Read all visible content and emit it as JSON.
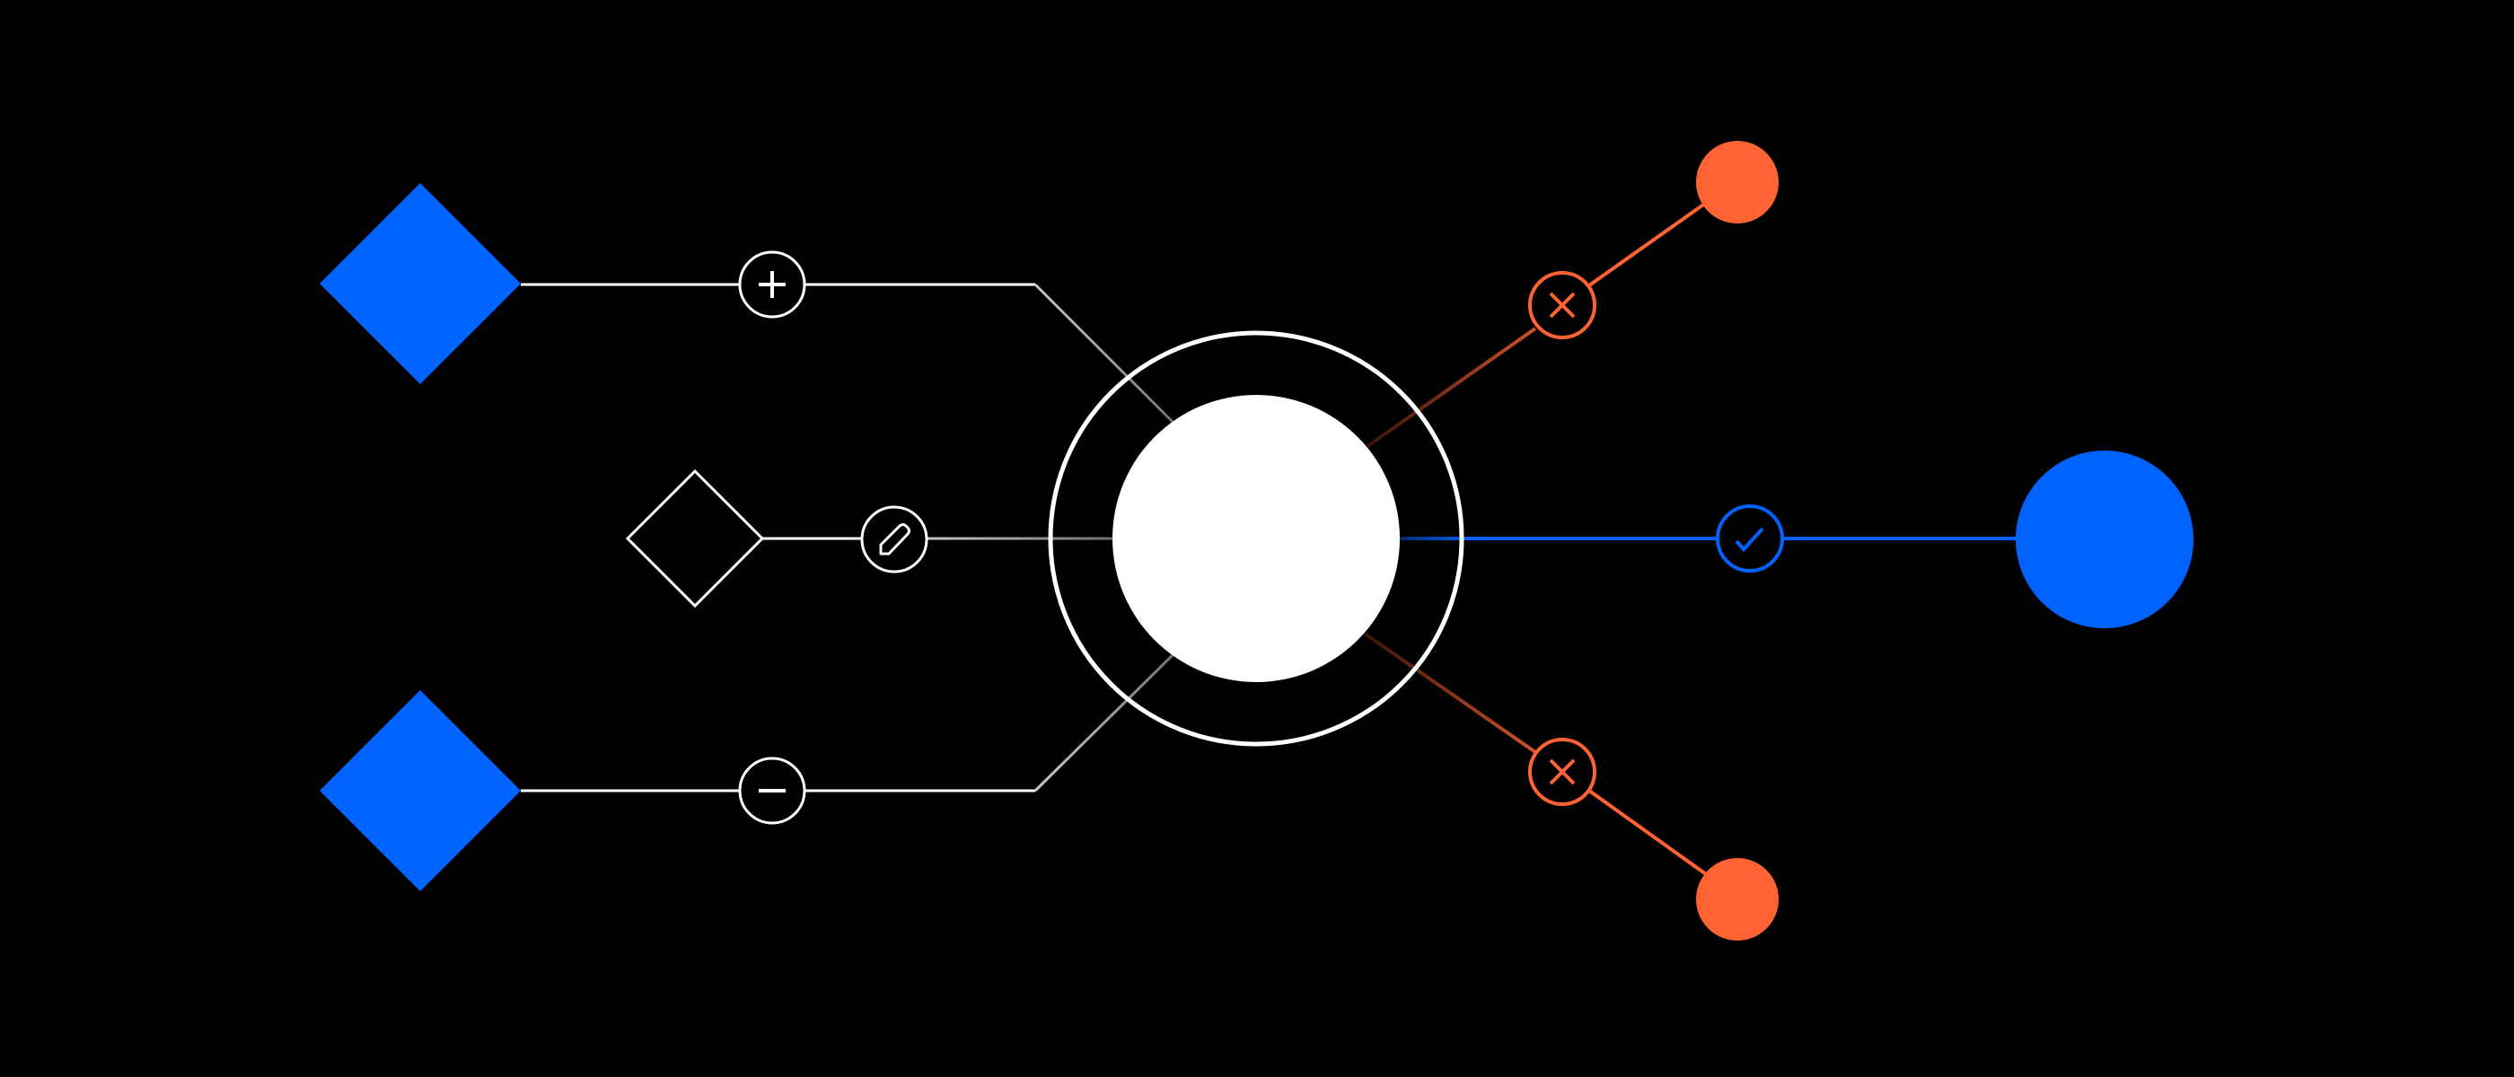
{
  "colors": {
    "background": "#000000",
    "blue": "#0062FF",
    "orange": "#FF6333",
    "white": "#FFFFFF",
    "gray_line": "#C8C8C8"
  },
  "nodes": {
    "inputs": [
      {
        "shape": "diamond",
        "style": "filled-blue",
        "action_icon": "plus-icon"
      },
      {
        "shape": "diamond",
        "style": "outline-white",
        "action_icon": "pencil-icon"
      },
      {
        "shape": "diamond",
        "style": "filled-blue",
        "action_icon": "minus-icon"
      }
    ],
    "center": {
      "shape": "circle",
      "style": "white-disk-with-ring"
    },
    "outputs": [
      {
        "shape": "circle",
        "style": "filled-orange",
        "status_icon": "x-icon",
        "status": "rejected"
      },
      {
        "shape": "circle",
        "style": "filled-blue",
        "status_icon": "check-icon",
        "status": "accepted"
      },
      {
        "shape": "circle",
        "style": "filled-orange",
        "status_icon": "x-icon",
        "status": "rejected"
      }
    ]
  }
}
